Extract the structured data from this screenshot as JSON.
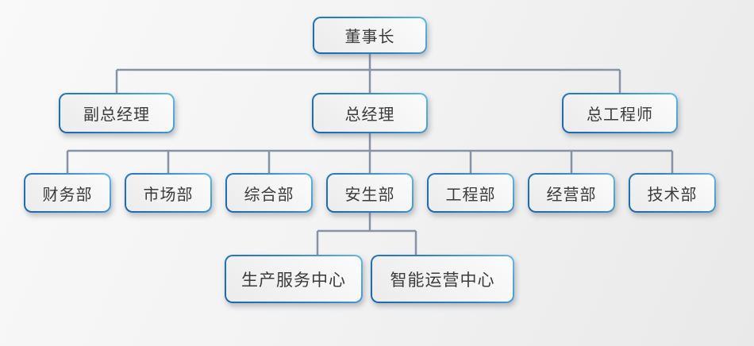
{
  "diagram_type": "org-chart",
  "palette": {
    "box_border_gradient_start": "#1a66ae",
    "box_border_gradient_end": "#62b8e4",
    "box_fill_dark": "#ececec",
    "box_fill_light": "#fbfbfb",
    "connector_line": "#8792a3",
    "text_color": "#3b3b3b",
    "background_light": "#f9f9f9",
    "background_dark": "#e9e9e9"
  },
  "org": {
    "l1": [
      {
        "label": "董事长",
        "parent": null
      }
    ],
    "l2": [
      {
        "label": "副总经理",
        "parent": "董事长"
      },
      {
        "label": "总经理",
        "parent": "董事长"
      },
      {
        "label": "总工程师",
        "parent": "董事长"
      }
    ],
    "l3": [
      {
        "label": "财务部",
        "parent": "总经理"
      },
      {
        "label": "市场部",
        "parent": "总经理"
      },
      {
        "label": "综合部",
        "parent": "总经理"
      },
      {
        "label": "安生部",
        "parent": "总经理"
      },
      {
        "label": "工程部",
        "parent": "总经理"
      },
      {
        "label": "经营部",
        "parent": "总经理"
      },
      {
        "label": "技术部",
        "parent": "总经理"
      }
    ],
    "l4": [
      {
        "label": "生产服务中心",
        "parent": "安生部"
      },
      {
        "label": "智能运营中心",
        "parent": "安生部"
      }
    ]
  }
}
